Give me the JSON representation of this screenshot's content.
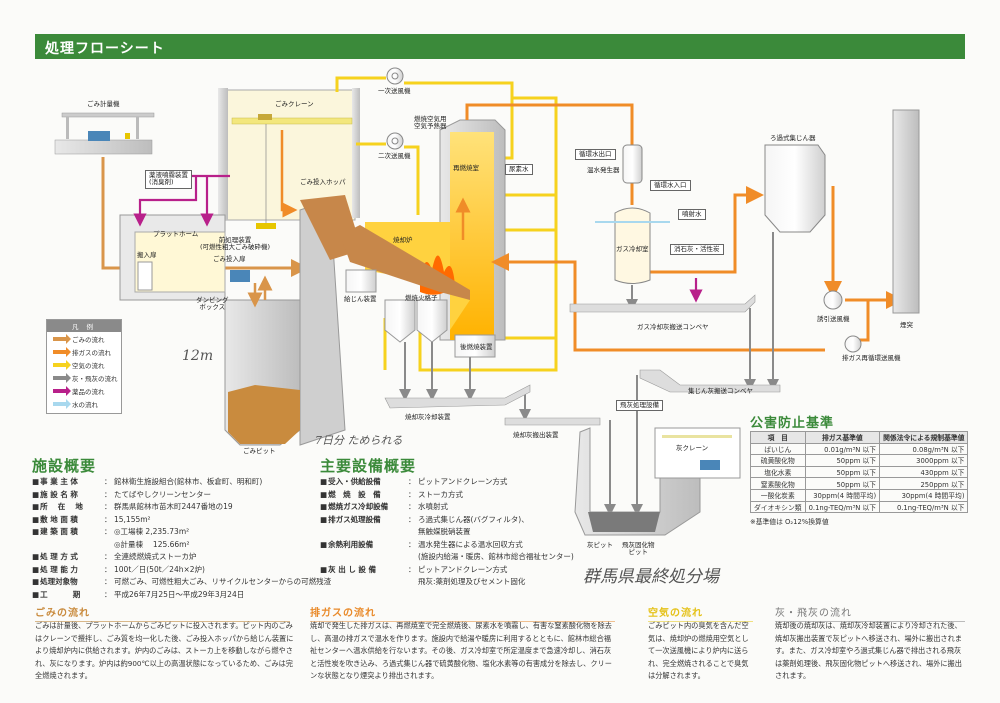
{
  "header": {
    "title": "処理フローシート"
  },
  "colors": {
    "banner": "#3b8a3a",
    "waste": "#d9954a",
    "exhaust": "#f08c28",
    "air": "#f6d21e",
    "ash": "#8a8a8a",
    "chemical": "#b8208a",
    "water": "#a8d8ee"
  },
  "diagram": {
    "labels": {
      "weighbridge": "ごみ計量機",
      "waste_crane": "ごみクレーン",
      "primary_fan": "一次送風機",
      "secondary_fan": "二次送風機",
      "air_preheater": "燃焼空気用\n空気予熱器",
      "hopper": "ごみ投入ホッパ",
      "reburn_chamber": "再燃焼室",
      "urea_water": "尿素水",
      "deodorant_sprayer": "薬液噴霧装置\n(消臭剤)",
      "platform": "プラットホーム",
      "crusher": "前処理装置\n(可燃性粗大ごみ破砕機)",
      "entrance": "搬入扉",
      "waste_door": "ごみ投入扉",
      "dumping_box": "ダンピング\nボックス",
      "incinerator": "焼却炉",
      "feeder": "給じん装置",
      "grate": "燃焼火格子",
      "post_burner": "後燃焼装置",
      "ash_cooler": "焼却灰冷却装置",
      "ash_discharge": "焼却灰搬出装置",
      "waste_pit": "ごみピット",
      "circ_water_out": "循環水出口",
      "hot_water_gen": "温水発生器",
      "circ_water_in": "循環水入口",
      "spray_water": "噴射水",
      "gas_cooler": "ガス冷却室",
      "lime_carbon": "消石灰・活性炭",
      "gas_cooler_conveyor": "ガス冷却灰搬送コンベヤ",
      "bag_filter": "ろ過式集じん器",
      "induced_fan": "誘引送風機",
      "recirc_fan": "排ガス再循環送風機",
      "chimney": "煙突",
      "dust_conveyor": "集じん灰搬送コンベヤ",
      "fly_ash_treatment": "飛灰処理設備",
      "ash_crane": "灰クレーン",
      "ash_pit": "灰ピット",
      "fly_ash_pit": "飛灰固化物\nピット"
    },
    "legend": {
      "title": "凡 例",
      "items": [
        {
          "label": "ごみの流れ",
          "color": "#d9954a"
        },
        {
          "label": "排ガスの流れ",
          "color": "#f08c28"
        },
        {
          "label": "空気の流れ",
          "color": "#f6d21e"
        },
        {
          "label": "灰・飛灰の流れ",
          "color": "#8a8a8a"
        },
        {
          "label": "薬品の流れ",
          "color": "#b8208a"
        },
        {
          "label": "水の流れ",
          "color": "#a8d8ee"
        }
      ]
    },
    "handwritten": {
      "depth": "12m",
      "days": "7日分 ためられる",
      "landfill": "群馬県最終処分場"
    }
  },
  "facility": {
    "title": "施設概要",
    "rows": [
      {
        "key": "事 業 主 体",
        "value": "館林衛生施設組合(館林市、板倉町、明和町)"
      },
      {
        "key": "施 設 名 称",
        "value": "たてばやしクリーンセンター"
      },
      {
        "key": "所　 在　 地",
        "value": "群馬県館林市苗木町2447番地の19"
      },
      {
        "key": "敷 地 面 積",
        "value": "15,155m²"
      },
      {
        "key": "建 築 面 積",
        "value": "◎工場棟 2,235.73m²"
      },
      {
        "key": "",
        "value": "◎計量棟　 125.66m²"
      },
      {
        "key": "処 理 方 式",
        "value": "全連続燃焼式ストーカ炉"
      },
      {
        "key": "処 理 能 力",
        "value": "100t／日(50t／24h×2炉)"
      },
      {
        "key": "処理対象物",
        "value": "可燃ごみ、可燃性粗大ごみ、リサイクルセンターからの可燃残渣"
      },
      {
        "key": "工　　　 期",
        "value": "平成26年7月25日〜平成29年3月24日"
      }
    ]
  },
  "equipment": {
    "title": "主要設備概要",
    "rows": [
      {
        "key": "受入・供給設備",
        "value": "ピットアンドクレーン方式"
      },
      {
        "key": "燃　焼　設　備",
        "value": "ストーカ方式"
      },
      {
        "key": "燃焼ガス冷却設備",
        "value": "水噴射式"
      },
      {
        "key": "排ガス処理設備",
        "value": "ろ過式集じん器(バグフィルタ)、"
      },
      {
        "key": "",
        "value": "無触媒脱硝装置"
      },
      {
        "key": "余熱利用設備",
        "value": "温水発生器による温水回収方式"
      },
      {
        "key": "",
        "value": "(施設内給湯・暖房、館林市総合福祉センター)"
      },
      {
        "key": "灰 出 し 設 備",
        "value": "ピットアンドクレーン方式"
      },
      {
        "key": "",
        "value": "飛灰:薬剤処理及びセメント固化"
      }
    ]
  },
  "standards": {
    "title": "公害防止基準",
    "headers": [
      "項　目",
      "排ガス基準値",
      "関係法令による規制基準値"
    ],
    "rows": [
      [
        "ばいじん",
        "0.01g/m³N 以下",
        "0.08g/m³N 以下"
      ],
      [
        "硫黄酸化物",
        "50ppm 以下",
        "3000ppm 以下"
      ],
      [
        "塩化水素",
        "50ppm 以下",
        "430ppm 以下"
      ],
      [
        "窒素酸化物",
        "50ppm 以下",
        "250ppm 以下"
      ],
      [
        "一酸化炭素",
        "30ppm(4 時間平均)",
        "30ppm(4 時間平均)"
      ],
      [
        "ダイオキシン類",
        "0.1ng-TEQ/m³N 以下",
        "0.1ng-TEQ/m³N 以下"
      ]
    ],
    "note": "※基準値は O₂12%換算値"
  },
  "flows": {
    "waste": {
      "title": "ごみの流れ",
      "body": "ごみは計量後、プラットホームからごみピットに投入されます。ピット内のごみはクレーンで攪拌し、ごみ質を均一化した後、ごみ投入ホッパから給じん装置により焼却炉内に供給されます。炉内のごみは、ストーカ上を移動しながら燃やされ、灰になります。炉内は約900℃以上の高温状態になっているため、ごみは完全燃焼されます。"
    },
    "exhaust": {
      "title": "排ガスの流れ",
      "body": "焼却で発生した排ガスは、再燃焼室で完全燃焼後、尿素水を噴霧し、有害な窒素酸化物を除去し、高温の排ガスで温水を作ります。施設内で給湯や暖房に利用するとともに、館林市総合福祉センターへ温水供給を行ないます。その後、ガス冷却室で所定温度まで急速冷却し、消石灰と活性炭を吹き込み、ろ過式集じん器で硫黄酸化物、塩化水素等の有害成分を除去し、クリーンな状態となり煙突より排出されます。"
    },
    "air": {
      "title": "空気の流れ",
      "body": "ごみピット内の臭気を含んだ空気は、焼却炉の燃焼用空気として一次送風機により炉内に送られ、完全燃焼されることで臭気は分解されます。"
    },
    "ash": {
      "title": "灰・飛灰の流れ",
      "body": "焼却後の焼却灰は、焼却灰冷却装置により冷却された後、焼却灰搬出装置で灰ピットへ移送され、場外に搬出されます。また、ガス冷却室やろ過式集じん器で排出される飛灰は薬剤処理後、飛灰固化物ピットへ移送され、場外に搬出されます。"
    }
  }
}
